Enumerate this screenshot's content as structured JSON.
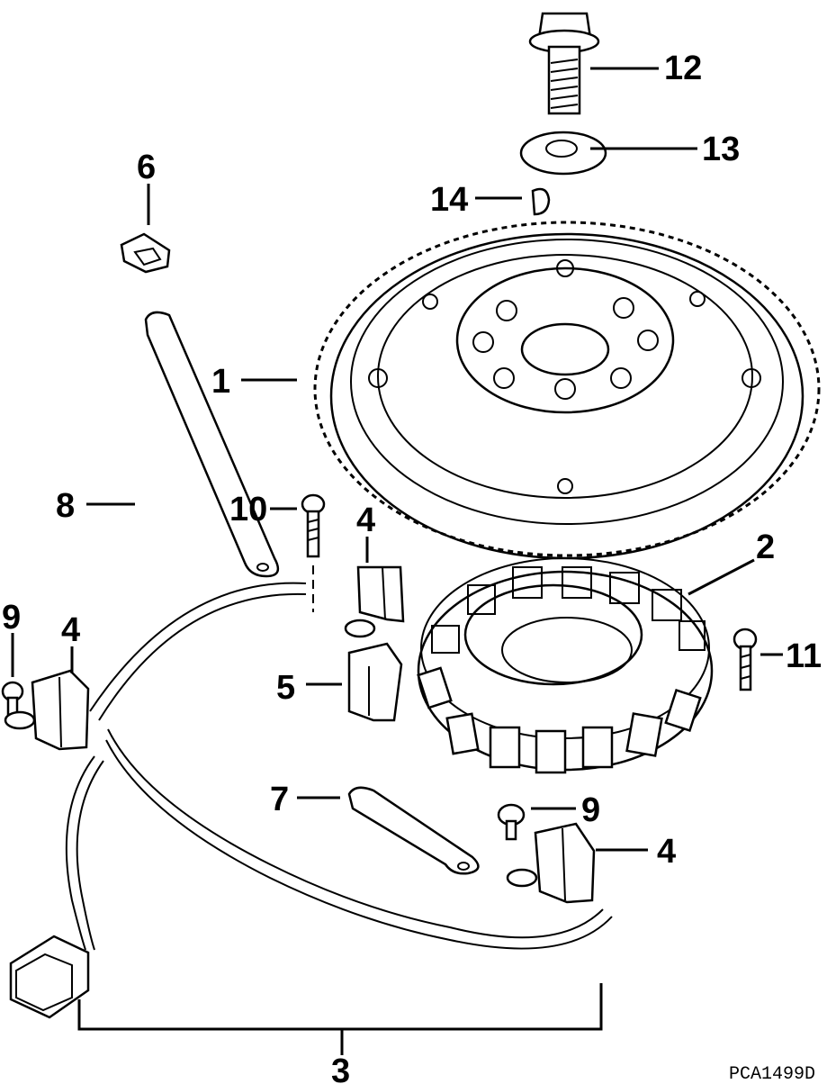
{
  "callouts": {
    "c1": "1",
    "c2": "2",
    "c3": "3",
    "c4a": "4",
    "c4b": "4",
    "c4c": "4",
    "c5": "5",
    "c6": "6",
    "c7": "7",
    "c8": "8",
    "c9a": "9",
    "c9b": "9",
    "c10": "10",
    "c11": "11",
    "c12": "12",
    "c13": "13",
    "c14": "14"
  },
  "figure_ref": "PCA1499D"
}
